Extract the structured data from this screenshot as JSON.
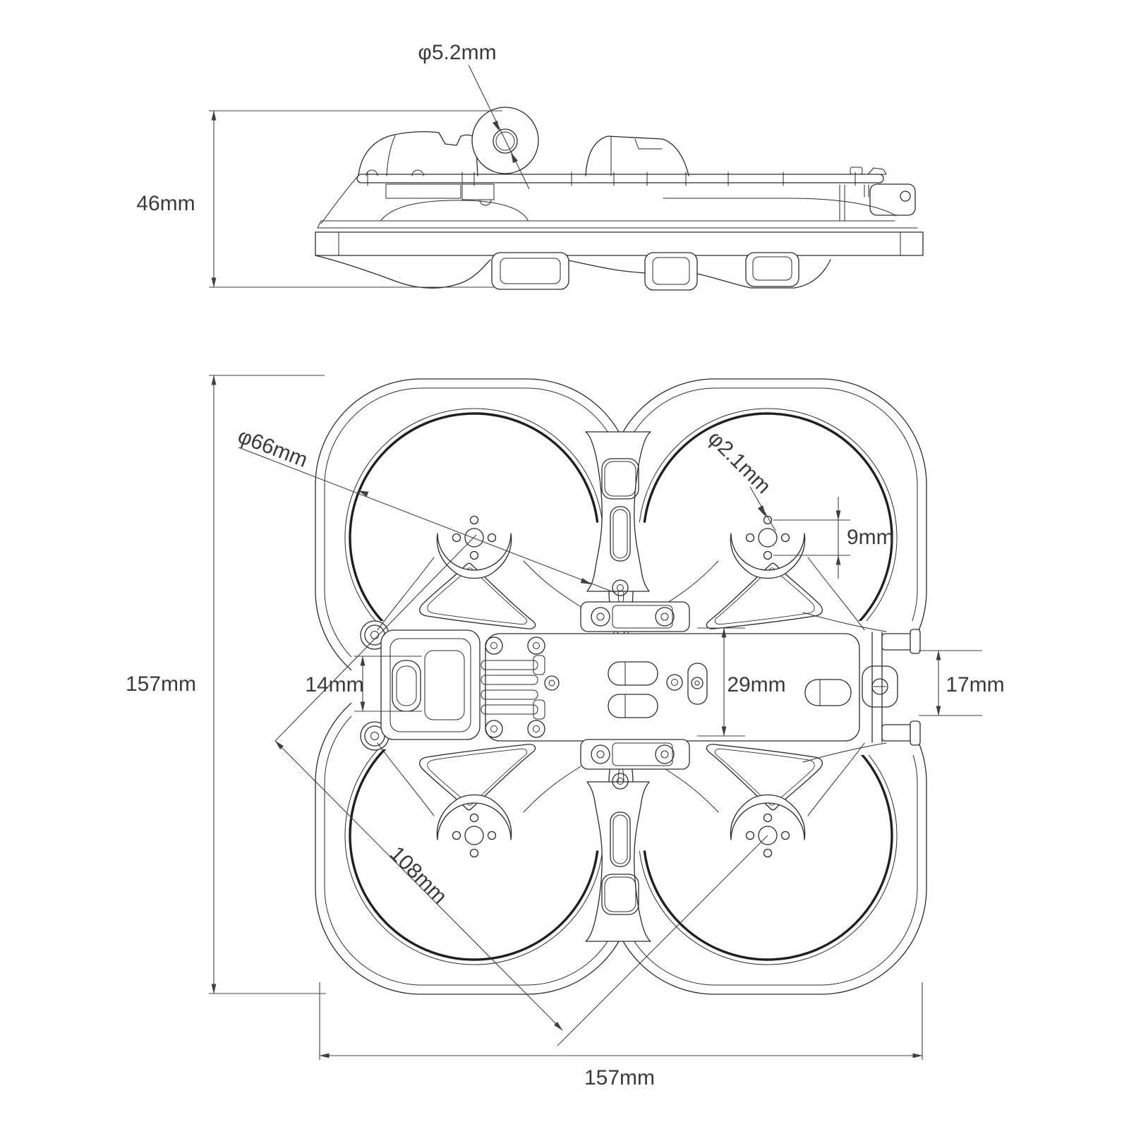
{
  "drawing": {
    "background": "#ffffff",
    "line_color": "#2b2b2b",
    "dimension_color": "#3f3f3f",
    "text_color": "#3a3a3a"
  },
  "side_view": {
    "labels": {
      "camera_hole_diameter": "φ5.2mm",
      "overall_height": "46mm"
    }
  },
  "top_view": {
    "labels": {
      "duct_inner_diameter": "φ66mm",
      "motor_hole_diameter": "φ2.1mm",
      "motor_hole_spacing": "9mm",
      "frame_height": "157mm",
      "camera_mount_width": "14mm",
      "stack_mount_spacing": "29mm",
      "rear_mount_width": "17mm",
      "motor_diagonal": "108mm",
      "frame_width": "157mm"
    }
  }
}
